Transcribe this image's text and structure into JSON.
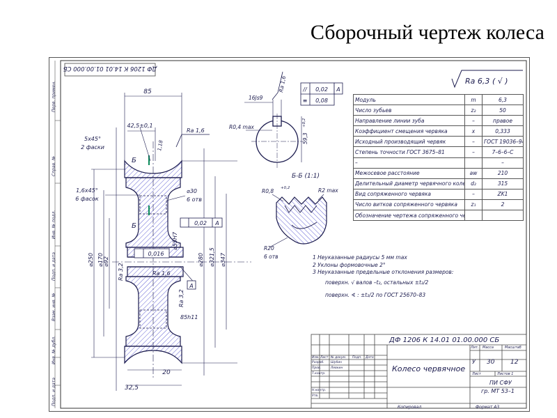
{
  "slide": {
    "title": "Сборочный чертеж колеса"
  },
  "drawing": {
    "mirrored_code": "ДФ 1206 К 14.01 01.00.000 СБ",
    "roughness": {
      "text": "Ra 6,3",
      "bracket": "( √ )"
    },
    "side_labels": [
      "Перв. примен.",
      "Справ. №",
      "Подп. и дата",
      "Инв. № дубл.",
      "Взам. инв. №",
      "Подп. и дата",
      "Инв. № подл."
    ],
    "dimensions": {
      "width": "85",
      "hub_length": "42,5±0,1",
      "chamfer_2": [
        "5x45°",
        "2 фаски"
      ],
      "chamfer_6": [
        "1,6x45°",
        "6 фасок"
      ],
      "section_mark": "Б",
      "tooth_height": "1,18",
      "ra_rim": "Ra 1,6",
      "hole_dia": [
        "⌀30",
        "6 отв"
      ],
      "runout": "0,02",
      "datum": "A",
      "flatness": "0,016",
      "bore": "⌀55H7",
      "ra_bore": "Ra 1,6",
      "ra_hub": "Ra 3,2",
      "ra_left": "Ra 3,2",
      "key": "85h11",
      "d250": "⌀250",
      "d170": "⌀170",
      "d92": "⌀92",
      "d280": "⌀280",
      "d3215": "⌀321,5",
      "d347": "⌀347",
      "hub_offset": "20",
      "rim_offset": "32,5"
    },
    "keyway": {
      "width": "16Js9",
      "depth": "59,3",
      "depth_tol": "+0,2",
      "ra": "Ra 1,6",
      "radius": "R0,4 max",
      "tol_frame": [
        "//",
        "0,02",
        "A",
        "≡",
        "0,08"
      ]
    },
    "section": {
      "title": "Б-Б (1:1)",
      "r08": "R0,8",
      "r08_tol": "+0,2",
      "r2": "R2 max",
      "r20": "R20",
      "holes": "6 отв"
    },
    "params": [
      [
        "Модуль",
        "m",
        "6,3"
      ],
      [
        "Число зубьев",
        "z₂",
        "50"
      ],
      [
        "Направление линии зуба",
        "–",
        "правое"
      ],
      [
        "Коэффициент смещения червяка",
        "x",
        "0,333"
      ],
      [
        "Исходный производящий червяк",
        "–",
        "ГОСТ 19036–94"
      ],
      [
        "Степень точности ГОСТ 3675–81",
        "–",
        "7–6–6–С"
      ],
      [
        "–",
        "",
        "–"
      ],
      [
        "Межосевое расстояние",
        "aw",
        "210"
      ],
      [
        "Делительный диаметр червячного колеса",
        "d₂",
        "315"
      ],
      [
        "Вид сопряженного червяка",
        "–",
        "ZK1"
      ],
      [
        "Число витков сопряженного червяка",
        "z₁",
        "2"
      ],
      [
        "Обозначение чертежа сопряженного червяка",
        "",
        ""
      ]
    ],
    "notes": [
      "1  Неуказанные радиусы 5 мм max",
      "2  Уклоны формовочные 2°",
      "3  Неуказанные предельные отклонения размеров:",
      "поверхн. √ валов –t₂, остальных ±t₂/2",
      "поверхн. ∢ : ±t₂/2 по ГОСТ 25670–83"
    ],
    "title_block": {
      "code": "ДФ 1206 К 14.01 01.00.000 СБ",
      "name": "Колесо червячное",
      "lit": "Лит.",
      "mass": "Масса",
      "scale": "Масштаб",
      "lit_value": "У",
      "mass_value": "30",
      "scale_value": "12",
      "sheet": "Лист",
      "sheets": "Листов   1",
      "org": "ПИ СФУ",
      "group": "гр. МТ 53–1",
      "copied": "Копировал",
      "format": "Формат   А3",
      "header": [
        "Изм.",
        "Лист",
        "№ докум.",
        "Подп.",
        "Дата"
      ],
      "roles": [
        "Разраб.",
        "Пров.",
        "Т.контр.",
        "",
        "Н.контр.",
        "Утв."
      ],
      "people": [
        "Шубин",
        "Левкин"
      ]
    }
  }
}
